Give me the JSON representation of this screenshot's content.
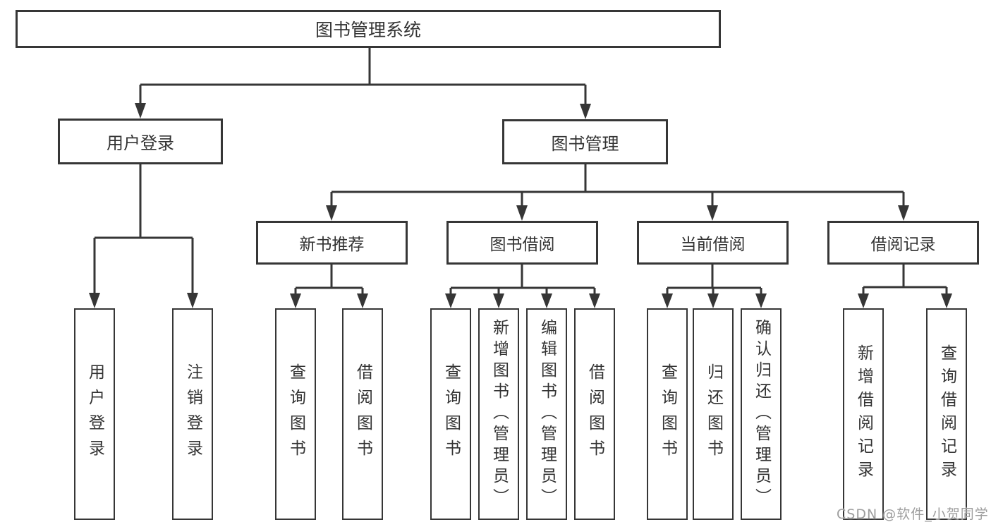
{
  "tree": {
    "label": "图书管理系统",
    "children": [
      {
        "label": "用户登录",
        "children": [
          {
            "label": "用户登录"
          },
          {
            "label": "注销登录"
          }
        ]
      },
      {
        "label": "图书管理",
        "children": [
          {
            "label": "新书推荐",
            "children": [
              {
                "label": "查询图书"
              },
              {
                "label": "借阅图书"
              }
            ]
          },
          {
            "label": "图书借阅",
            "children": [
              {
                "label": "查询图书"
              },
              {
                "label": "新增图书（管理员）"
              },
              {
                "label": "编辑图书（管理员）"
              },
              {
                "label": "借阅图书"
              }
            ]
          },
          {
            "label": "当前借阅",
            "children": [
              {
                "label": "查询图书"
              },
              {
                "label": "归还图书"
              },
              {
                "label": "确认归还（管理员）"
              }
            ]
          },
          {
            "label": "借阅记录",
            "children": [
              {
                "label": "新增借阅记录"
              },
              {
                "label": "查询借阅记录"
              }
            ]
          }
        ]
      }
    ]
  },
  "watermark": {
    "text": "CSDN @软件_小贺同学"
  },
  "colors": {
    "line": "#363636",
    "box_border": "#363636",
    "text": "#333333",
    "watermark": "#9e9e9e",
    "background": "#ffffff"
  }
}
